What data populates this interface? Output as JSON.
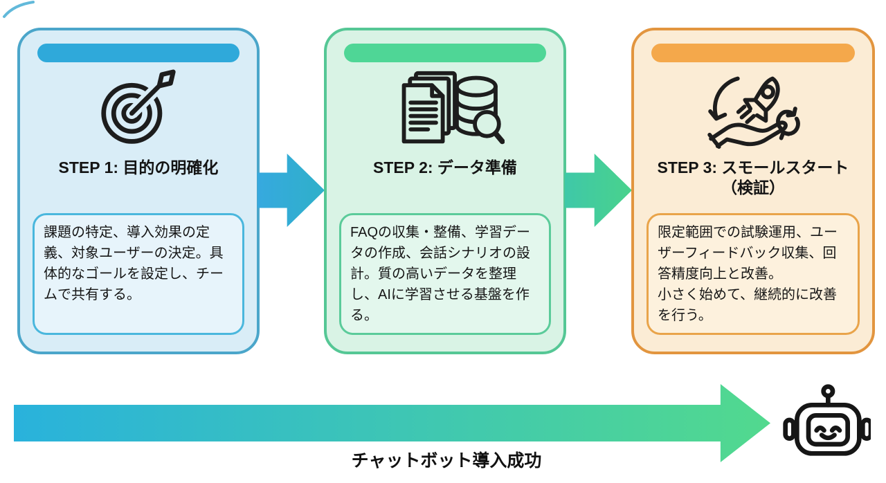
{
  "steps": [
    {
      "title": "STEP 1: 目的の明確化",
      "body": "課題の特定、導入効果の定義、対象ユーザーの決定。具体的なゴールを設定し、チームで共有する。",
      "icon": "target-icon",
      "colors": {
        "bg": "#d9edf7",
        "border": "#4ba6ca",
        "pill": "#2fa9da",
        "box_bg": "#e7f4fb",
        "box_border": "#4ab7dd"
      }
    },
    {
      "title": "STEP 2: データ準備",
      "body": "FAQの収集・整備、学習データの作成、会話シナリオの設計。質の高いデータを整理し、AIに学習させる基盤を作る。",
      "icon": "documents-database-icon",
      "colors": {
        "bg": "#d9f3e5",
        "border": "#55c795",
        "pill": "#4fd696",
        "box_bg": "#e3f7ed",
        "box_border": "#5bcb9a"
      }
    },
    {
      "title": "STEP 3: スモールスタート\n（検証）",
      "body": "限定範囲での試験運用、ユーザーフィードバック収集、回答精度向上と改善。\n小さく始めて、継続的に改善を行う。",
      "icon": "rocket-launch-hand-icon",
      "colors": {
        "bg": "#fbecd5",
        "border": "#e2953f",
        "pill": "#f4a84b",
        "box_bg": "#fdf1dd",
        "box_border": "#e9a44a"
      }
    }
  ],
  "connector_arrows": [
    {
      "from": "#36a9df",
      "to": "#2fb0c9"
    },
    {
      "from": "#3fc8a8",
      "to": "#49d28c"
    }
  ],
  "footer": {
    "label": "チャットボット導入成功",
    "icon": "robot-icon",
    "arrow_from": "#29b2dc",
    "arrow_to": "#52d98e"
  }
}
